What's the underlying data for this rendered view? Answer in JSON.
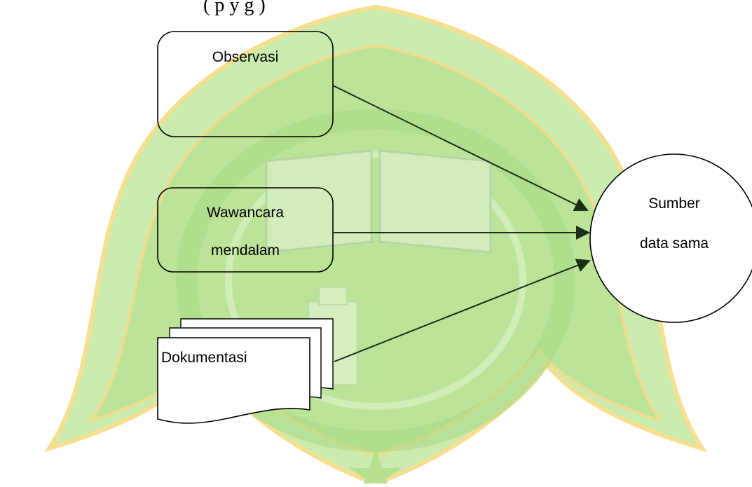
{
  "header": {
    "caption_fragment": "(                                    p                   y g    )"
  },
  "diagram": {
    "sources": [
      {
        "id": "observasi",
        "label_lines": [
          "Observasi"
        ],
        "shape": "rounded-rectangle"
      },
      {
        "id": "wawancara",
        "label_lines": [
          "Wawancara",
          "mendalam"
        ],
        "shape": "rounded-rectangle"
      },
      {
        "id": "dokumentasi",
        "label_lines": [
          "Dokumentasi"
        ],
        "shape": "multi-document"
      }
    ],
    "target": {
      "label_lines": [
        "Sumber",
        "data sama"
      ],
      "shape": "circle"
    },
    "connections": [
      {
        "from": "observasi",
        "to": "target"
      },
      {
        "from": "wawancara",
        "to": "target"
      },
      {
        "from": "dokumentasi",
        "to": "target"
      }
    ]
  },
  "watermark": {
    "description_colors": {
      "green": "#9fd86a",
      "light_green": "#c8e9a8",
      "yellow": "#f0d060"
    }
  }
}
